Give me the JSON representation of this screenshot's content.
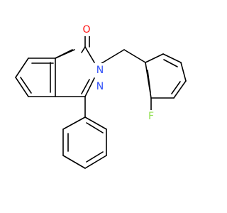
{
  "atoms": {
    "oxygen": {
      "symbol": "O",
      "color": "#ff0d0d"
    },
    "n_upper": {
      "symbol": "N",
      "color": "#3050f8"
    },
    "n_lower": {
      "symbol": "N",
      "color": "#3050f8"
    },
    "fluorine": {
      "symbol": "F",
      "color": "#90e050"
    }
  }
}
